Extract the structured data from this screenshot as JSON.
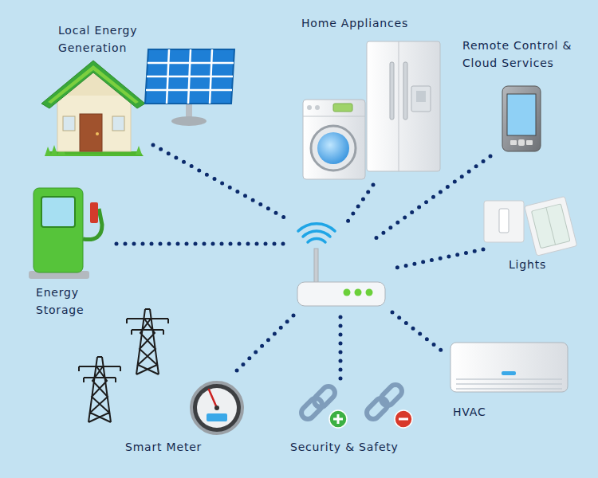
{
  "diagram": {
    "labels": [
      "Local Energy Generation",
      "Home Appliances",
      "Remote Control & Cloud Services",
      "Energy Storage",
      "Lights",
      "HVAC",
      "Smart Meter",
      "Security & Safety"
    ]
  }
}
